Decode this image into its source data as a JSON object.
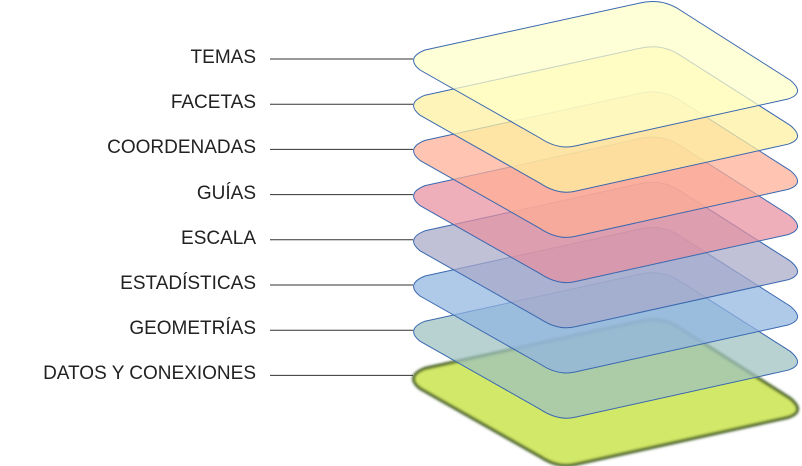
{
  "layers": [
    {
      "label": "TEMAS",
      "color": "#ffffc8"
    },
    {
      "label": "FACETAS",
      "color": "#fdf0a0"
    },
    {
      "label": "COORDENADAS",
      "color": "#ffae94"
    },
    {
      "label": "GUÍAS",
      "color": "#e890a0"
    },
    {
      "label": "ESCALA",
      "color": "#a8a8c8"
    },
    {
      "label": "ESTADÍSTICAS",
      "color": "#90b4e0"
    },
    {
      "label": "GEOMETRÍAS",
      "color": "#9cc0c0"
    },
    {
      "label": "DATOS Y CONEXIONES",
      "color": "#d2e868"
    }
  ]
}
